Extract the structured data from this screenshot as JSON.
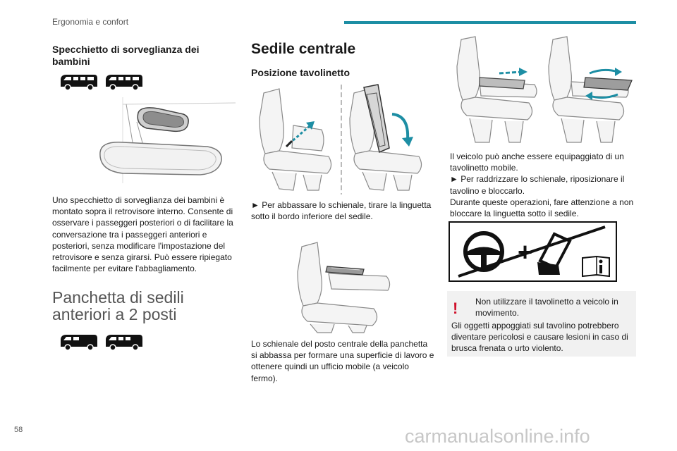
{
  "header": {
    "section_title": "Ergonomia e confort",
    "accent_color": "#1d8ea4"
  },
  "left": {
    "heading": "Specchietto di sorveglianza dei bambini",
    "paragraph": "Uno specchietto di sorveglianza dei bambini è montato sopra il retrovisore interno. Consente di osservare i passeggeri posteriori o di facilitare la conversazione tra i passeggeri anteriori e posteriori, senza modificare l'impostazione del retrovisore e senza girarsi. Può essere ripiegato facilmente per evitare l'abbagliamento.",
    "big_title": "Panchetta di sedili anteriori a 2 posti",
    "vehicle_icons": [
      "van-icon",
      "van-icon"
    ]
  },
  "middle": {
    "heading": "Sedile centrale",
    "subheading": "Posizione tavolinetto",
    "step": "► Per abbassare lo schienale, tirare la linguetta sotto il bordo inferiore del sedile.",
    "paragraph": "Lo schienale del posto centrale della panchetta si abbassa per formare una superficie di lavoro e ottenere quindi un ufficio mobile (a veicolo fermo)."
  },
  "right": {
    "paragraph": "Il veicolo può anche essere equipaggiato di un tavolinetto mobile.\n► Per raddrizzare lo schienale, riposizionare il tavolino e bloccarlo.\nDurante queste operazioni, fare attenzione a non bloccare la linguetta sotto il sedile.",
    "warning": {
      "mark": "!",
      "line1": "Non utilizzare il tavolinetto a veicolo in movimento.",
      "line2": "Gli oggetti appoggiati sul tavolino potrebbero diventare pericolosi e causare lesioni in caso di brusca frenata o urto violento.",
      "color": "#d0112b"
    }
  },
  "footer": {
    "page_number": "58",
    "watermark": "carmanualsonline.info"
  }
}
